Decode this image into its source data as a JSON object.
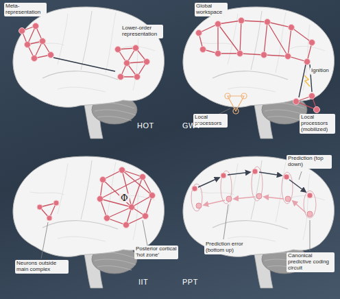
{
  "diagram": {
    "labels": [
      "Meta-representation",
      "Lower-order representation",
      "Global workspace",
      "Ignition",
      "Local processors",
      "Local processors (mobilized)",
      "HOT",
      "GWT",
      "Φ",
      "Neurons outside main complex",
      "Posterior cortical ‘hot zone’",
      "Prediction (top down)",
      "Prediction error (bottom up)",
      "Canonical predictive coding circuit",
      "IIT",
      "PPT"
    ]
  }
}
